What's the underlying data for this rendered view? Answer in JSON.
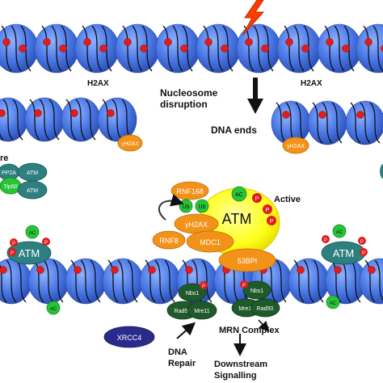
{
  "labels": {
    "h2ax_left": "H2AX",
    "h2ax_right": "H2AX",
    "nucleosome_line1": "Nucleosome",
    "nucleosome_line2": "disruption",
    "dna_ends": "DNA ends",
    "partial_left": "re",
    "active": "Active",
    "mrn_complex": "MRN Complex",
    "dna_repair_line1": "DNA",
    "dna_repair_line2": "Repair",
    "downstream_line1": "Downstream",
    "downstream_line2": "Signalling"
  },
  "proteins": {
    "gh2ax_left": "γH2AX",
    "gh2ax_right": "γH2AX",
    "pp2a": "PP2A",
    "atm_small_1": "ATM",
    "tip60": "Tip60",
    "atm_small_2": "ATM",
    "rnf168": "RNF168",
    "ub": "Ub",
    "ac": "AC",
    "p": "P",
    "gh2ax_center": "γH2AX",
    "atm_big": "ATM",
    "rnf8": "RNF8",
    "mdc1": "MDC1",
    "bp53": "53BPI",
    "atm_left": "ATM",
    "atm_right": "ATM",
    "nbs1": "Nbs1",
    "rad50": "Rad50",
    "mre11": "Mre11",
    "xrcc4": "XRCC4"
  },
  "colors": {
    "nucleosome": "#3f6fe0",
    "red_dot": "#e21b1b",
    "orange": "#f39219",
    "yellow": "#ffff1a",
    "green": "#27c437",
    "teal": "#2e7f7f",
    "dark_green": "#1f5a2a",
    "navy": "#2a2a8c",
    "bolt": "#ff3b00"
  },
  "icons": [
    "lightning-bolt-icon",
    "down-arrow-icon",
    "curved-arrow-icon"
  ]
}
